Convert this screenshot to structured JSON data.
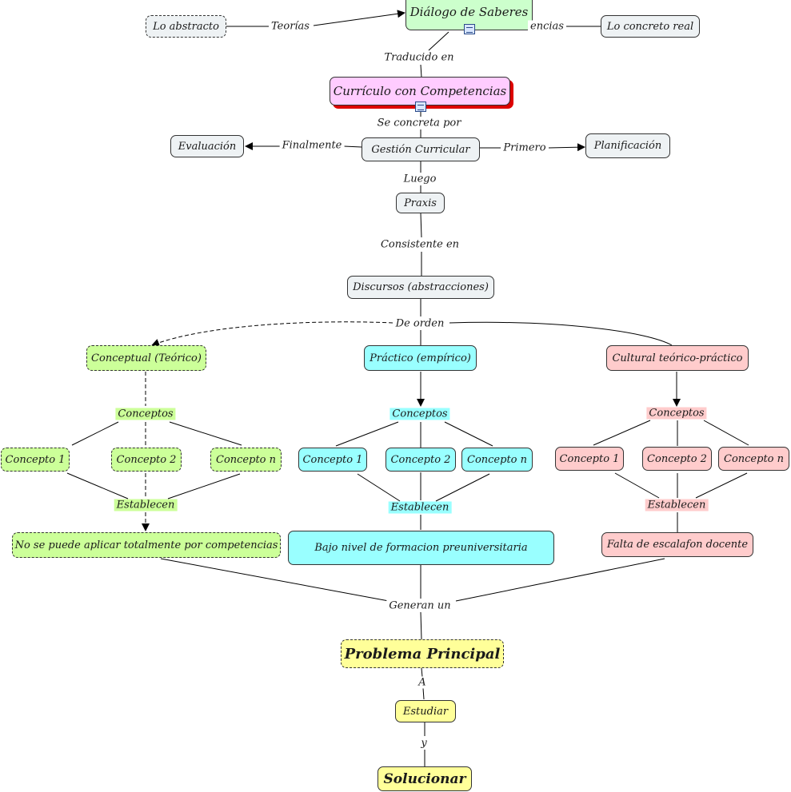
{
  "nodes": {
    "abstracto": "Lo abstracto",
    "dialogo": "Diálogo de Saberes",
    "concreto": "Lo concreto real",
    "curriculo": "Currículo con Competencias",
    "evaluacion": "Evaluación",
    "gestion": "Gestión Curricular",
    "planificacion": "Planificación",
    "praxis": "Praxis",
    "discursos": "Discursos (abstracciones)",
    "conceptual": "Conceptual (Teórico)",
    "practico": "Práctico (empírico)",
    "cultural": "Cultural teórico-práctico",
    "g_c1": "Concepto 1",
    "g_c2": "Concepto 2",
    "g_cn": "Concepto n",
    "c_c1": "Concepto 1",
    "c_c2": "Concepto 2",
    "c_cn": "Concepto n",
    "p_c1": "Concepto 1",
    "p_c2": "Concepto 2",
    "p_cn": "Concepto n",
    "no_se_puede": "No se puede aplicar totalmente por competencias",
    "bajo_nivel": "Bajo nivel de formacion preuniversitaria",
    "falta": "Falta de escalafon docente",
    "problema": "Problema Principal",
    "estudiar": "Estudiar",
    "solucionar": "Solucionar"
  },
  "links": {
    "teorias": "Teorías",
    "vivencias": "encias",
    "traducido": "Traducido en",
    "se_concreta": "Se concreta por",
    "finalmente": "Finalmente",
    "primero": "Primero",
    "luego": "Luego",
    "consistente": "Consistente en",
    "de_orden": "De orden",
    "g_conceptos": "Conceptos",
    "c_conceptos": "Conceptos",
    "p_conceptos": "Conceptos",
    "g_establecen": "Establecen",
    "c_establecen": "Establecen",
    "p_establecen": "Establecen",
    "generan": "Generan un",
    "a": "A",
    "y": "y"
  }
}
